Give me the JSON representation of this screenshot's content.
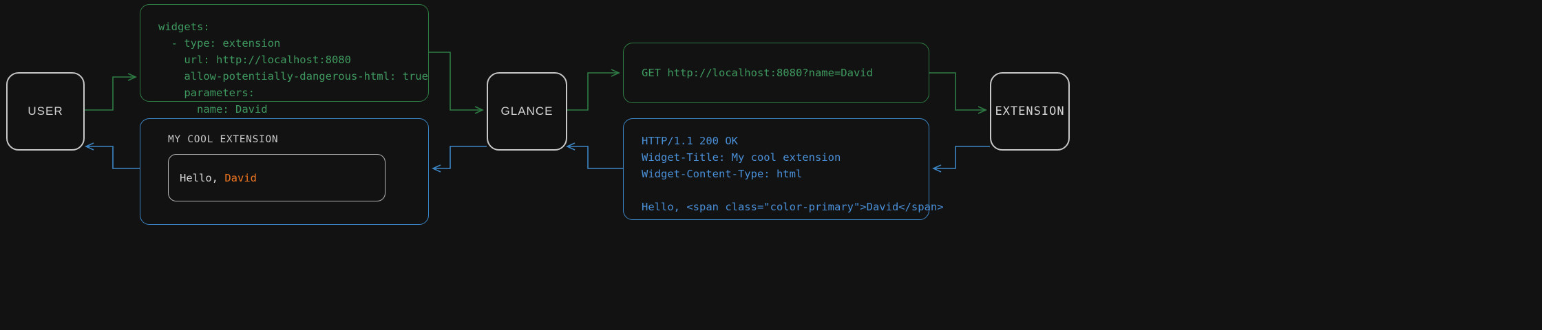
{
  "diagram": {
    "type": "flow-sequence",
    "background": "#121212",
    "colors": {
      "request": "#2f7d44",
      "request_text": "#3f9a60",
      "response": "#3d86c6",
      "response_text": "#4a90d9",
      "node_border": "#c8c8c8",
      "node_text": "#d4d4d4",
      "accent": "#ef7621"
    }
  },
  "nodes": [
    {
      "id": "user",
      "label": "USER"
    },
    {
      "id": "glance",
      "label": "GLANCE"
    },
    {
      "id": "extension",
      "label": "EXTENSION"
    }
  ],
  "messages": {
    "yaml_config": "widgets:\n  - type: extension\n    url: http://localhost:8080\n    allow-potentially-dangerous-html: true\n    parameters:\n      name: David",
    "http_request": "GET http://localhost:8080?name=David",
    "http_response": "HTTP/1.1 200 OK\nWidget-Title: My cool extension\nWidget-Content-Type: html\n\nHello, <span class=\"color-primary\">David</span>"
  },
  "widget_preview": {
    "title": "MY COOL EXTENSION",
    "greeting_prefix": "Hello, ",
    "greeting_name": "David"
  },
  "edges": [
    {
      "from": "user",
      "to": "yaml_config",
      "color": "#2f7d44",
      "direction": "right"
    },
    {
      "from": "yaml_config",
      "to": "glance",
      "color": "#2f7d44",
      "direction": "right"
    },
    {
      "from": "glance",
      "to": "http_request",
      "color": "#2f7d44",
      "direction": "right"
    },
    {
      "from": "http_request",
      "to": "extension",
      "color": "#2f7d44",
      "direction": "right"
    },
    {
      "from": "extension",
      "to": "http_response",
      "color": "#3d86c6",
      "direction": "left"
    },
    {
      "from": "http_response",
      "to": "glance",
      "color": "#3d86c6",
      "direction": "left"
    },
    {
      "from": "glance",
      "to": "widget_preview",
      "color": "#3d86c6",
      "direction": "left"
    },
    {
      "from": "widget_preview",
      "to": "user",
      "color": "#3d86c6",
      "direction": "left"
    }
  ]
}
